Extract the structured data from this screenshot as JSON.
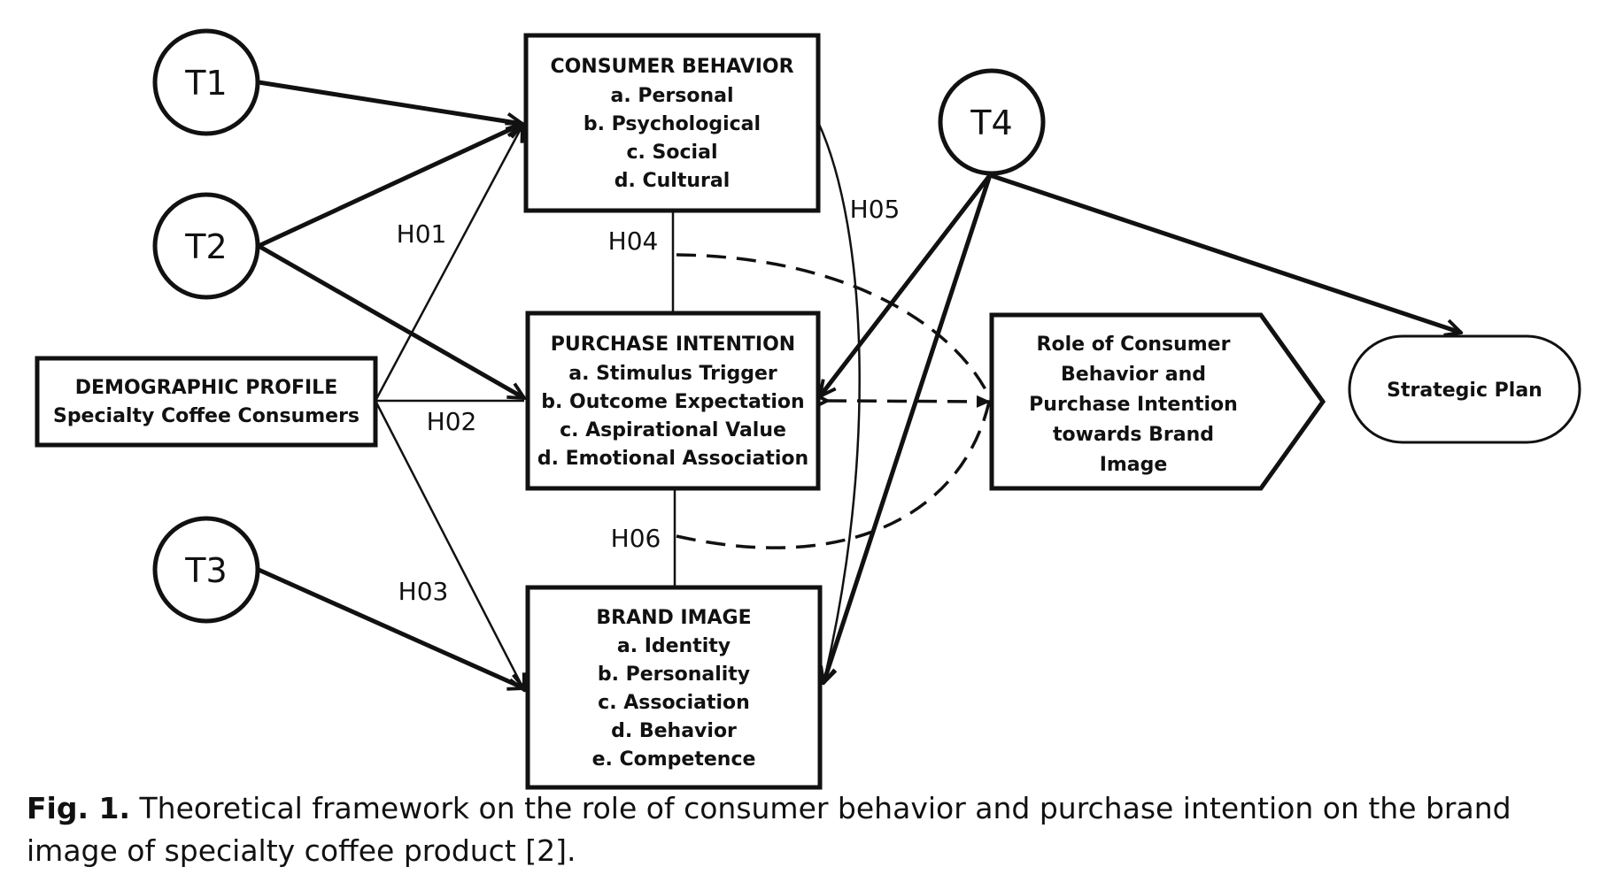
{
  "nodes": {
    "t1": "T1",
    "t2": "T2",
    "t3": "T3",
    "t4": "T4",
    "demographic": {
      "title": "DEMOGRAPHIC PROFILE",
      "subtitle": "Specialty Coffee Consumers"
    },
    "consumer_behavior": {
      "title": "CONSUMER BEHAVIOR",
      "items": [
        "a. Personal",
        "b. Psychological",
        "c. Social",
        "d. Cultural"
      ]
    },
    "purchase_intention": {
      "title": "PURCHASE INTENTION",
      "items": [
        "a. Stimulus Trigger",
        "b. Outcome Expectation",
        "c. Aspirational Value",
        "d. Emotional Association"
      ]
    },
    "brand_image": {
      "title": "BRAND IMAGE",
      "items": [
        "a. Identity",
        "b. Personality",
        "c. Association",
        "d. Behavior",
        "e. Competence"
      ]
    },
    "role": {
      "lines": [
        "Role of Consumer",
        "Behavior and",
        "Purchase Intention",
        "towards Brand",
        "Image"
      ]
    },
    "strategic_plan": "Strategic Plan"
  },
  "hypotheses": {
    "h01": "H01",
    "h02": "H02",
    "h03": "H03",
    "h04": "H04",
    "h05": "H05",
    "h06": "H06"
  },
  "caption": {
    "label": "Fig. 1.",
    "text": " Theoretical framework on the role of consumer behavior and purchase intention on the brand image of specialty coffee product [2]."
  }
}
